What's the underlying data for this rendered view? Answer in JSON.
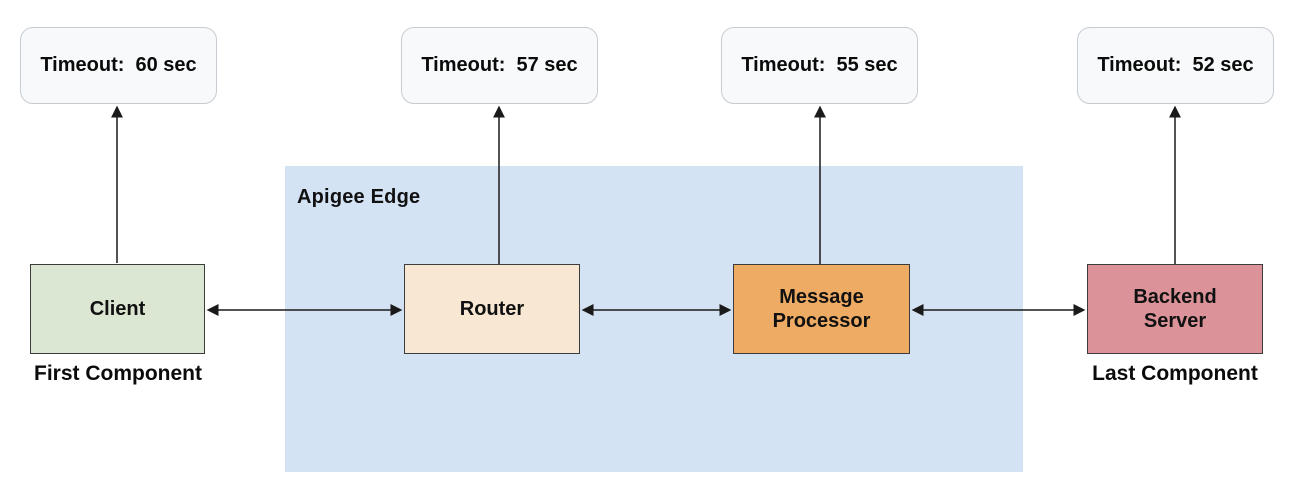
{
  "diagram": {
    "region": {
      "title": "Apigee Edge",
      "fill": "#d4e3f3"
    },
    "timeouts": [
      {
        "id": "client",
        "label": "Timeout:  60 sec"
      },
      {
        "id": "router",
        "label": "Timeout:  57 sec"
      },
      {
        "id": "message-processor",
        "label": "Timeout:  55 sec"
      },
      {
        "id": "backend-server",
        "label": "Timeout:  52 sec"
      }
    ],
    "components": [
      {
        "id": "client",
        "name": "Client",
        "caption": "First Component",
        "fill": "#dbe7d2"
      },
      {
        "id": "router",
        "name": "Router",
        "fill": "#f8e7d2"
      },
      {
        "id": "message-processor",
        "name": "Message\nProcessor",
        "fill": "#eeab63"
      },
      {
        "id": "backend-server",
        "name": "Backend\nServer",
        "caption": "Last Component",
        "fill": "#db9399"
      }
    ],
    "colors": {
      "timeout_fill": "#f7f9fa",
      "timeout_border": "#c7ccd2",
      "box_border": "#3c3c3c",
      "arrow": "#1a1a1a",
      "text": "#0b0b0b"
    }
  }
}
